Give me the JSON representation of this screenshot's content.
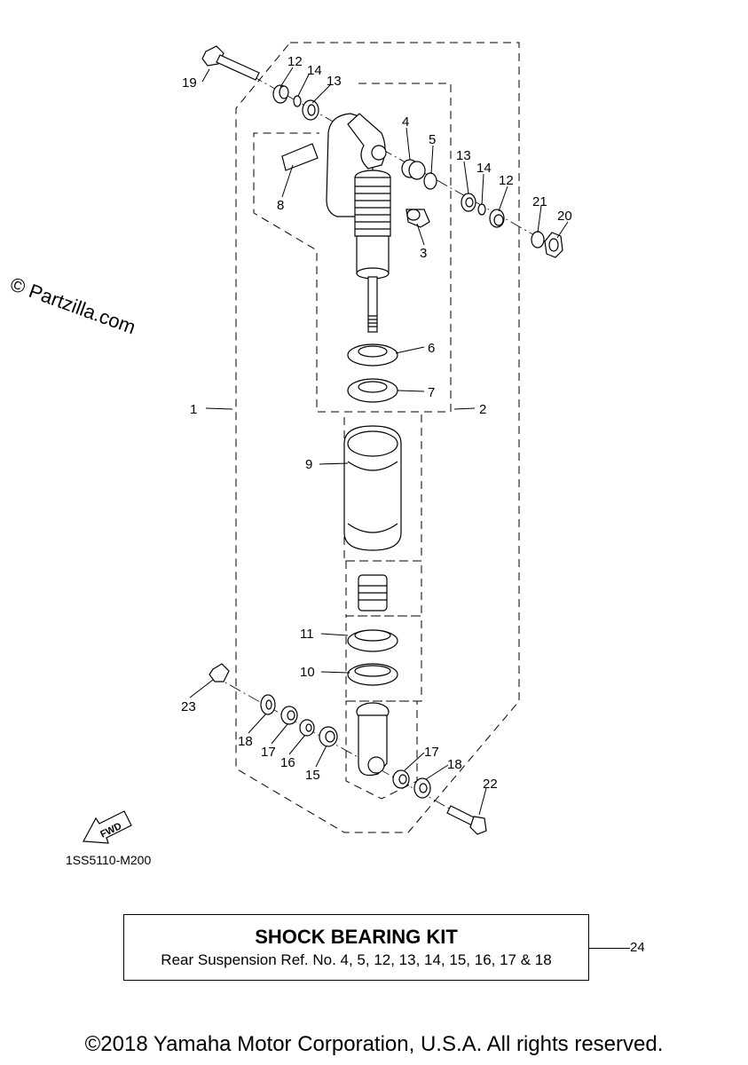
{
  "watermark": "© Partzilla.com",
  "diagram_code": "1SS5110-M200",
  "fwd_label": "FWD",
  "callouts": [
    "19",
    "12",
    "14",
    "13",
    "4",
    "5",
    "13",
    "14",
    "12",
    "21",
    "20",
    "8",
    "3",
    "6",
    "7",
    "1",
    "2",
    "9",
    "11",
    "10",
    "23",
    "18",
    "17",
    "16",
    "15",
    "17",
    "18",
    "22"
  ],
  "kit": {
    "title": "SHOCK BEARING KIT",
    "description": "Rear Suspension Ref. No. 4, 5, 12, 13, 14, 15, 16, 17 & 18",
    "ref": "24"
  },
  "copyright": "©2018 Yamaha Motor Corporation, U.S.A. All rights reserved."
}
